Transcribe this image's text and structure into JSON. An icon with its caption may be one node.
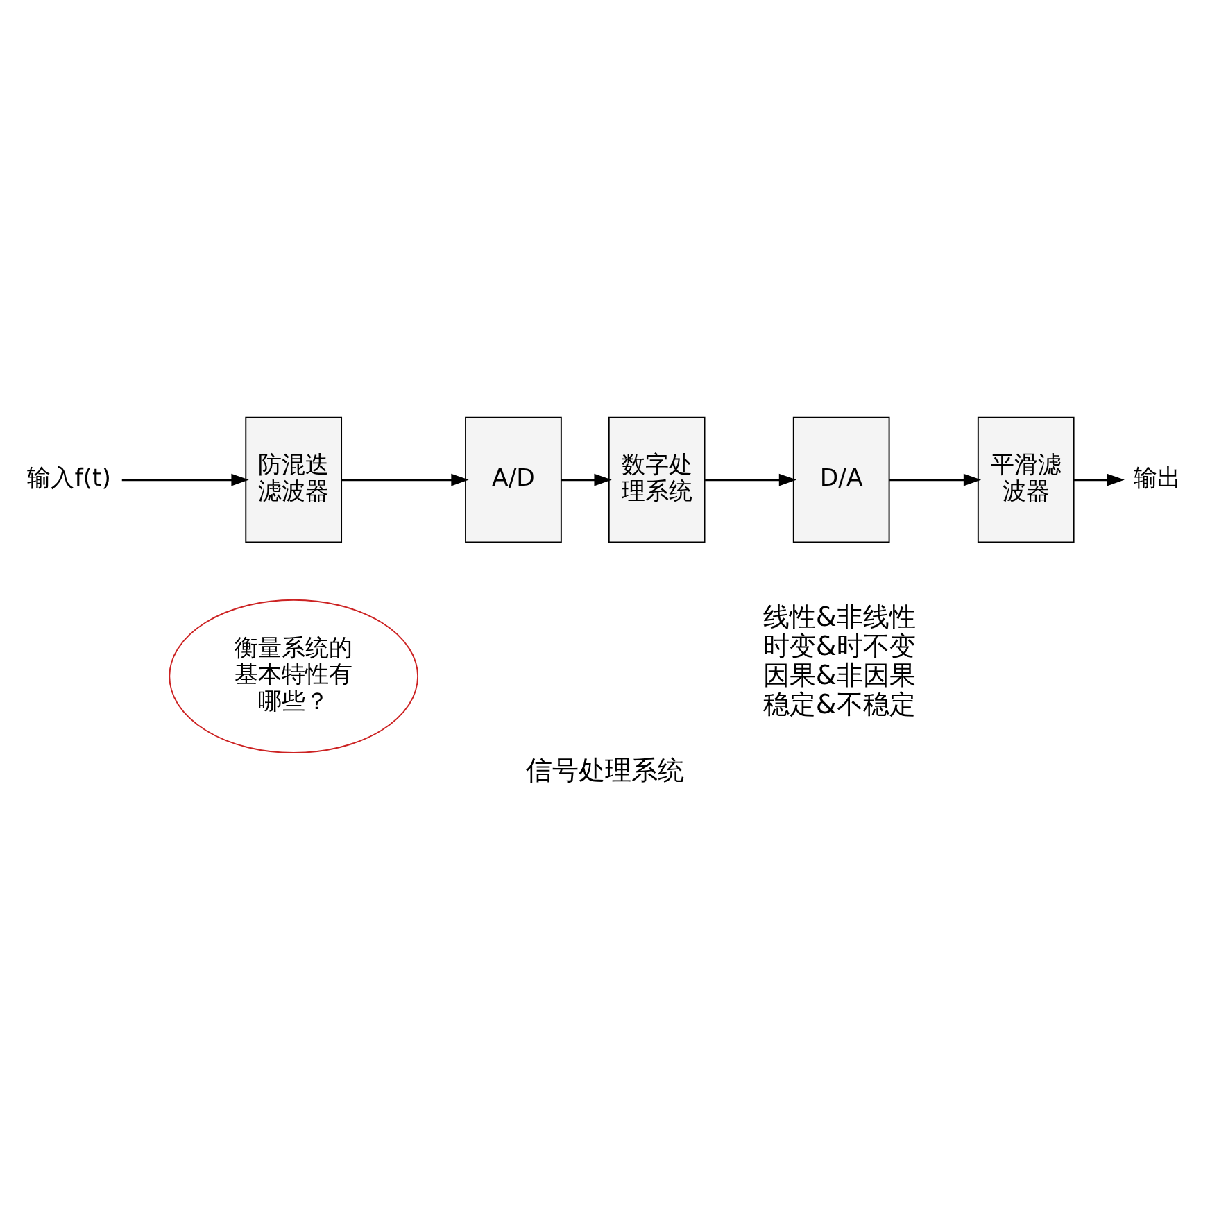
{
  "diagram": {
    "caption": "信号处理系统",
    "nodes": [
      {
        "text": [
          "输入f(t)"
        ]
      },
      {
        "text": [
          "防混迭滤波器"
        ]
      },
      {
        "text": [
          "A/D"
        ]
      },
      {
        "text": [
          "数字处理系统"
        ]
      },
      {
        "text": [
          "D/A"
        ]
      },
      {
        "text": [
          "平滑滤波器"
        ]
      },
      {
        "text": [
          "输出"
        ]
      },
      {
        "text": [
          "衡量系统的基本特性有哪些？"
        ]
      }
    ],
    "edges": [
      {
        "from": 0,
        "to": 1,
        "arrow": "to"
      },
      {
        "from": 1,
        "to": 2,
        "arrow": "to"
      },
      {
        "from": 2,
        "to": 3,
        "arrow": "to"
      },
      {
        "from": 3,
        "to": 4,
        "arrow": "to"
      },
      {
        "from": 4,
        "to": 5,
        "arrow": "to"
      },
      {
        "from": 5,
        "to": 6,
        "arrow": "to"
      }
    ],
    "labels": [
      "线性&非线性",
      "时变&时不变",
      "因果&非因果",
      "稳定&不稳定"
    ]
  }
}
